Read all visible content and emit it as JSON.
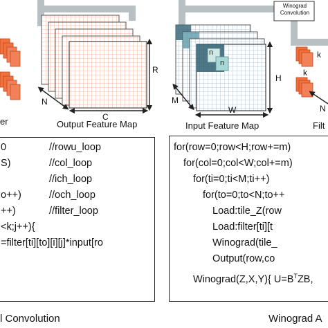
{
  "left_diagram": {
    "output_label": "Output Feature Map",
    "filter_label_fragment": "er",
    "dim_c": "C",
    "dim_r": "R",
    "dim_n": "N"
  },
  "right_diagram": {
    "winograd_box_label": "Winograd Convolution",
    "input_label": "Input Feature Map",
    "filter_label_fragment": "Filt",
    "dim_w": "W",
    "dim_h": "H",
    "dim_m": "M",
    "dim_k_top": "k",
    "dim_k_bottom": "k",
    "dim_n": "N",
    "tile_n_1": "n",
    "tile_n_2": "n"
  },
  "left_code": {
    "lines": [
      {
        "code": "0",
        "comment": "//rowu_loop"
      },
      {
        "code": "S)",
        "comment": "//col_loop"
      },
      {
        "code": "",
        "comment": "//ich_loop"
      },
      {
        "code": "o++)",
        "comment": "//och_loop"
      },
      {
        "code": "++)",
        "comment": "//filter_loop"
      },
      {
        "code": "<k;j++){",
        "comment": ""
      },
      {
        "code": "=filter[ti][to][i][j]*input[ro",
        "comment": ""
      },
      {
        "code": "",
        "comment": ""
      }
    ]
  },
  "right_code": {
    "lines": [
      "for(row=0;row<H;row+=m)",
      "for(col=0;col<W;col+=m)",
      "for(ti=0;ti<M;ti++)",
      "for(to=0;to<N;to++",
      "Load:tile_Z(row",
      "Load:filter[ti][t",
      "Winograd(tile_",
      "Output(row,co",
      "Winograd(Z,X,Y){ U=B",
      "ZB,"
    ],
    "superscript": "T"
  },
  "captions": {
    "left": "l Convolution",
    "right": "Winograd A"
  }
}
